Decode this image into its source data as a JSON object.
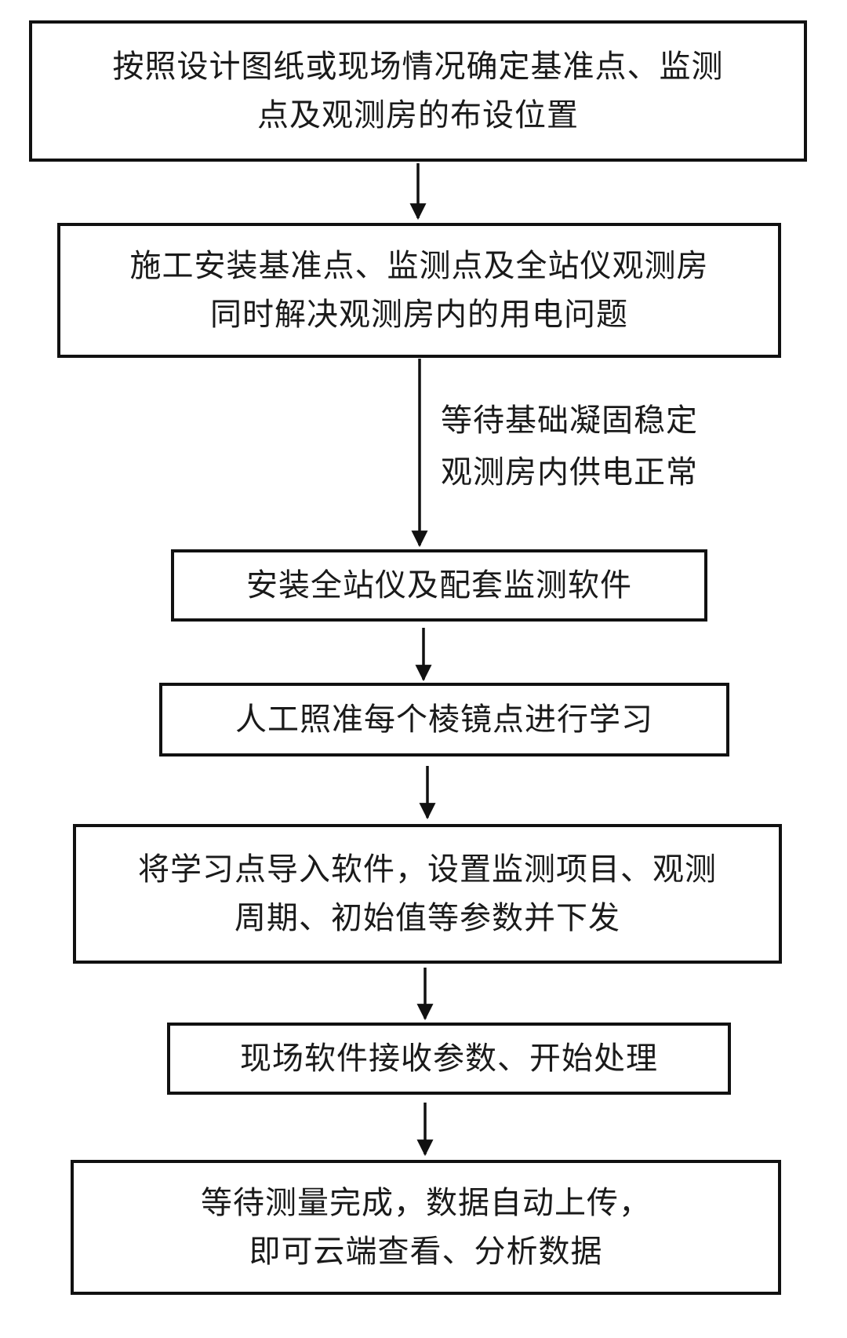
{
  "steps": [
    {
      "lines": [
        "按照设计图纸或现场情况确定基准点、监测",
        "点及观测房的布设位置"
      ]
    },
    {
      "lines": [
        "施工安装基准点、监测点及全站仪观测房",
        "同时解决观测房内的用电问题"
      ]
    },
    {
      "lines": [
        "安装全站仪及配套监测软件"
      ]
    },
    {
      "lines": [
        "人工照准每个棱镜点进行学习"
      ]
    },
    {
      "lines": [
        "将学习点导入软件，设置监测项目、观测",
        "周期、初始值等参数并下发"
      ]
    },
    {
      "lines": [
        "现场软件接收参数、开始处理"
      ]
    },
    {
      "lines": [
        "等待测量完成，数据自动上传，",
        "即可云端查看、分析数据"
      ]
    }
  ],
  "arrow_note": {
    "lines": [
      "等待基础凝固稳定",
      "观测房内供电正常"
    ]
  }
}
